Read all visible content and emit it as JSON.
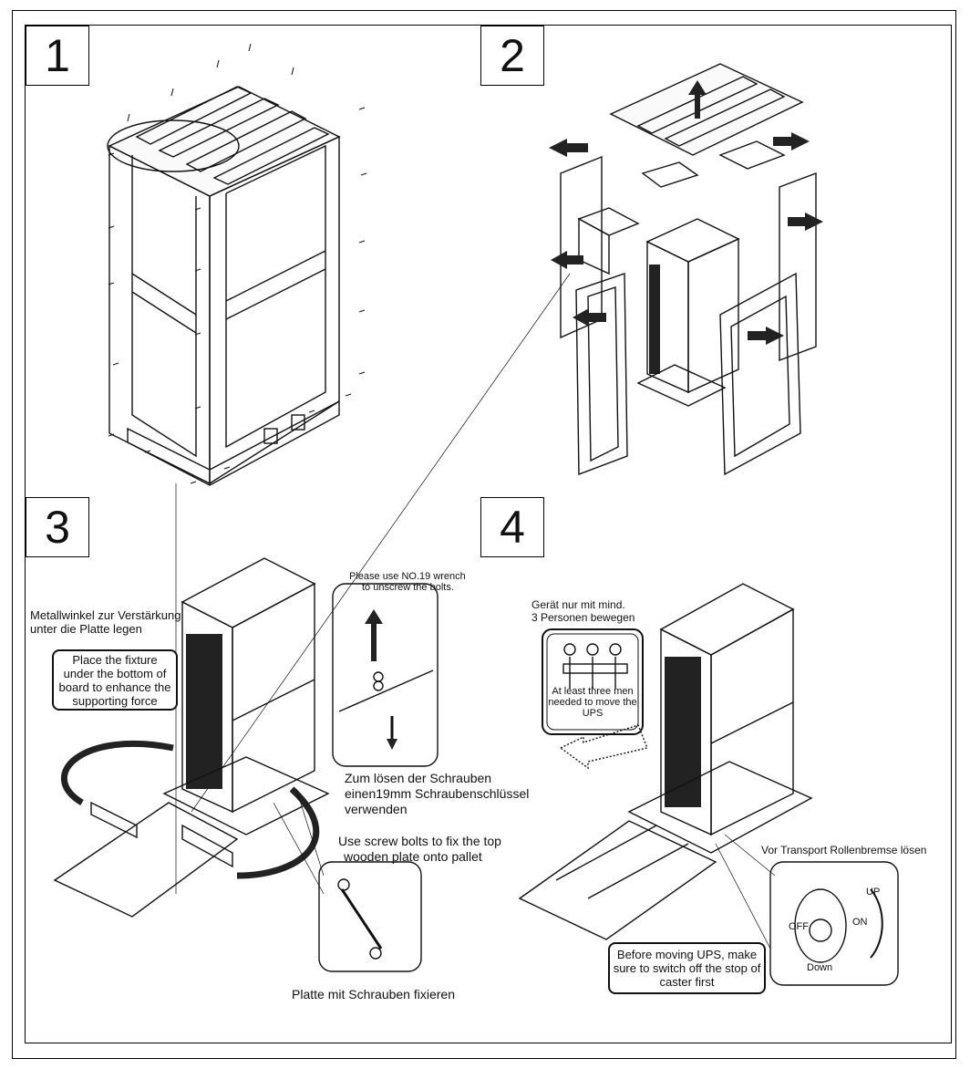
{
  "steps": [
    "1",
    "2",
    "3",
    "4"
  ],
  "labels": {
    "metal_bracket_de_1": "Metallwinkel zur Verstärkung",
    "metal_bracket_de_2": "unter die Platte legen",
    "fixture_en": "Place the fixture under the bottom of board to enhance the supporting force",
    "wrench_en_1": "Please use NO.19 wrench",
    "wrench_en_2": "to unscrew the bolts.",
    "wrench_de_1": "Zum lösen der Schrauben",
    "wrench_de_2": "einen19mm Schraubenschlüssel",
    "wrench_de_3": "verwenden",
    "screw_en_1": "Use screw bolts to fix the top",
    "screw_en_2": "wooden plate onto pallet",
    "screw_de": "Platte mit Schrauben fixieren",
    "persons_de_1": "Gerät nur mit mind.",
    "persons_de_2": "3 Personen bewegen",
    "persons_en": "At least three men needed to move the UPS",
    "brake_de": "Vor Transport Rollenbremse lösen",
    "brake_en": "Before moving UPS, make sure to switch off the stop of caster first",
    "caster_up": "UP",
    "caster_on": "ON",
    "caster_off": "OFF",
    "caster_down": "Down"
  }
}
